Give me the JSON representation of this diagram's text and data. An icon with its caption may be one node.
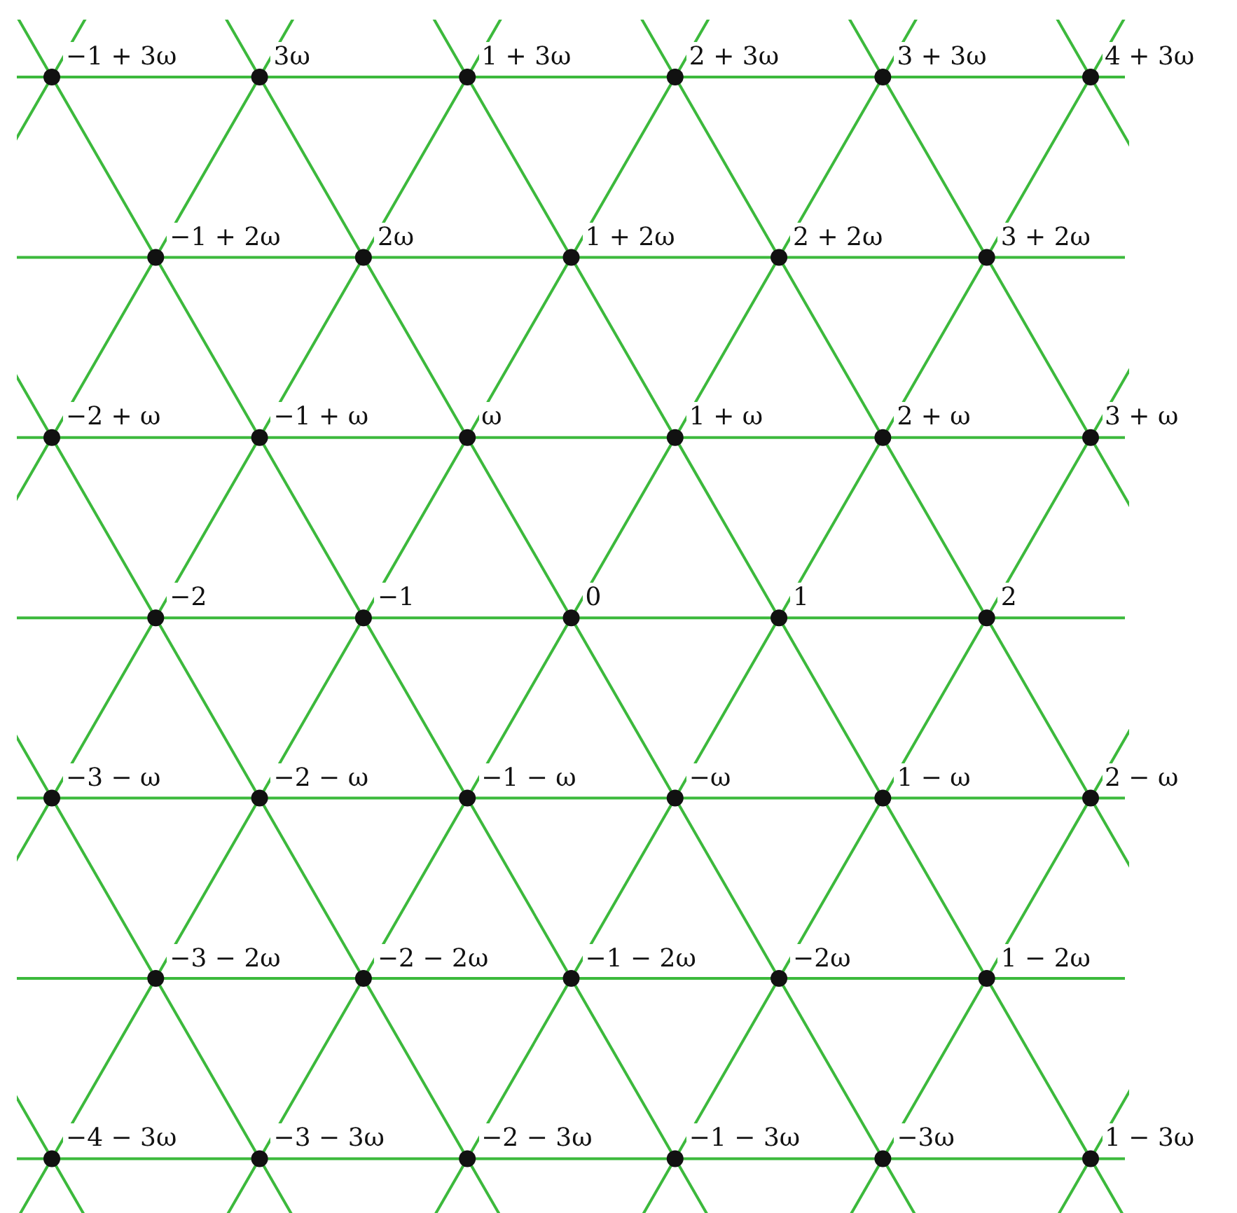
{
  "diagram": {
    "labels": [
      "−1 + 3ω",
      "3ω",
      "1 + 3ω",
      "2 + 3ω",
      "3 + 3ω",
      "4 + 3ω",
      "−1 + 2ω",
      "2ω",
      "1 + 2ω",
      "2 + 2ω",
      "3 + 2ω",
      "−2 + ω",
      "−1 + ω",
      "ω",
      "1 + ω",
      "2 + ω",
      "3 + ω",
      "−2",
      "−1",
      "0",
      "1",
      "2",
      "−3 − ω",
      "−2 − ω",
      "−1 − ω",
      "−ω",
      "1 − ω",
      "2 − ω",
      "−3 − 2ω",
      "−2 − 2ω",
      "−1 − 2ω",
      "−2ω",
      "1 − 2ω",
      "−4 − 3ω",
      "−3 − 3ω",
      "−2 − 3ω",
      "−1 − 3ω",
      "−3ω",
      "1 − 3ω"
    ]
  }
}
